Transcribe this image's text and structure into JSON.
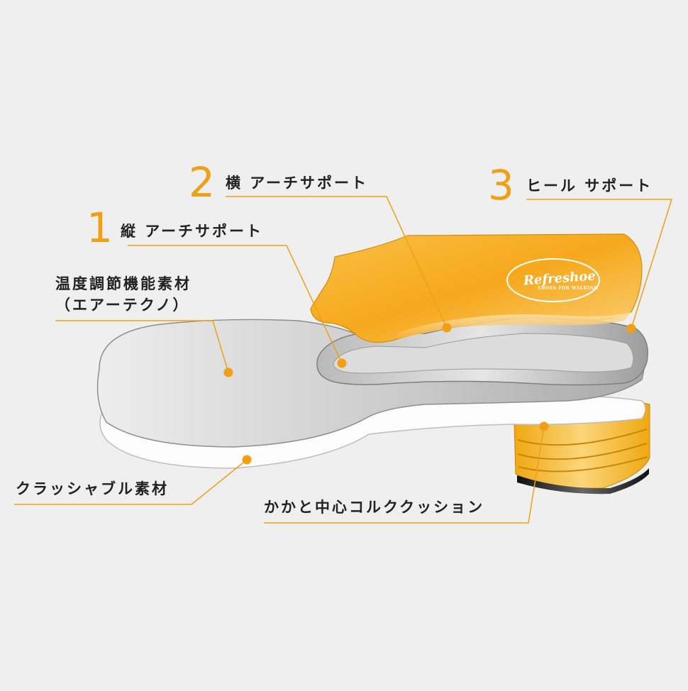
{
  "diagram": {
    "numbers": [
      "1",
      "2",
      "3"
    ],
    "labels": {
      "longitudinal_arch": "縦 アーチサポート",
      "transverse_arch": "横 アーチサポート",
      "heel_support": "ヒール サポート",
      "thermal_material_line1": "温度調節機能素材",
      "thermal_material_line2": "（エアーテクノ）",
      "crushable_material": "クラッシャブル素材",
      "heel_cork_cushion": "かかと中心コルククッション"
    },
    "logo": {
      "brand": "Refreshoe",
      "tagline": "SHOES FOR WALKING"
    },
    "colors": {
      "accent": "#f0a014",
      "background": "#efefef",
      "callout_line": "#f0a014",
      "heel_cup": "#f6b125",
      "cork": "#f2b21c"
    }
  }
}
